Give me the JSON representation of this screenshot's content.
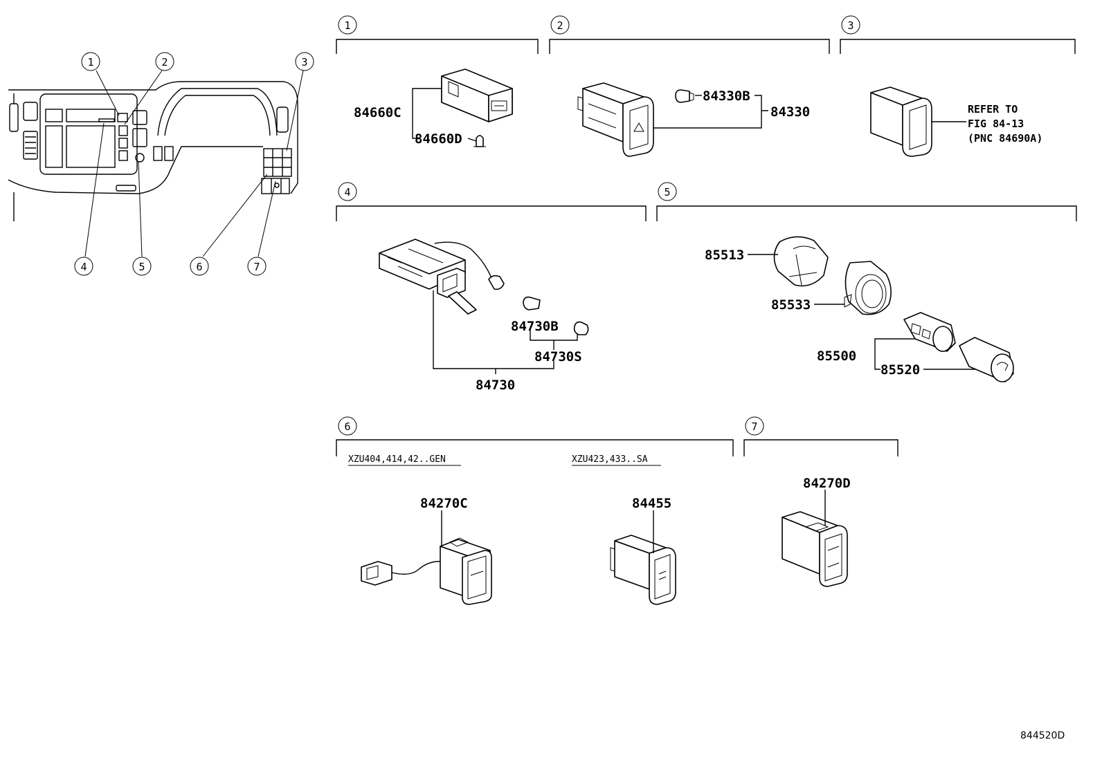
{
  "overview": {
    "callouts": [
      "1",
      "2",
      "3",
      "4",
      "5",
      "6",
      "7"
    ]
  },
  "sections": [
    {
      "num": "1",
      "parts": [
        "84660C",
        "84660D"
      ]
    },
    {
      "num": "2",
      "parts": [
        "84330B",
        "84330"
      ]
    },
    {
      "num": "3",
      "note": [
        "REFER TO",
        "FIG 84-13",
        "(PNC 84690A)"
      ]
    },
    {
      "num": "4",
      "parts": [
        "84730B",
        "84730S",
        "84730"
      ]
    },
    {
      "num": "5",
      "parts": [
        "85513",
        "85533",
        "85500",
        "85520"
      ]
    },
    {
      "num": "6",
      "variants": [
        "XZU404,414,42..GEN",
        "XZU423,433..SA"
      ],
      "parts": [
        "84270C",
        "84455"
      ]
    },
    {
      "num": "7",
      "parts": [
        "84270D"
      ]
    }
  ],
  "figure_id": "844520D"
}
